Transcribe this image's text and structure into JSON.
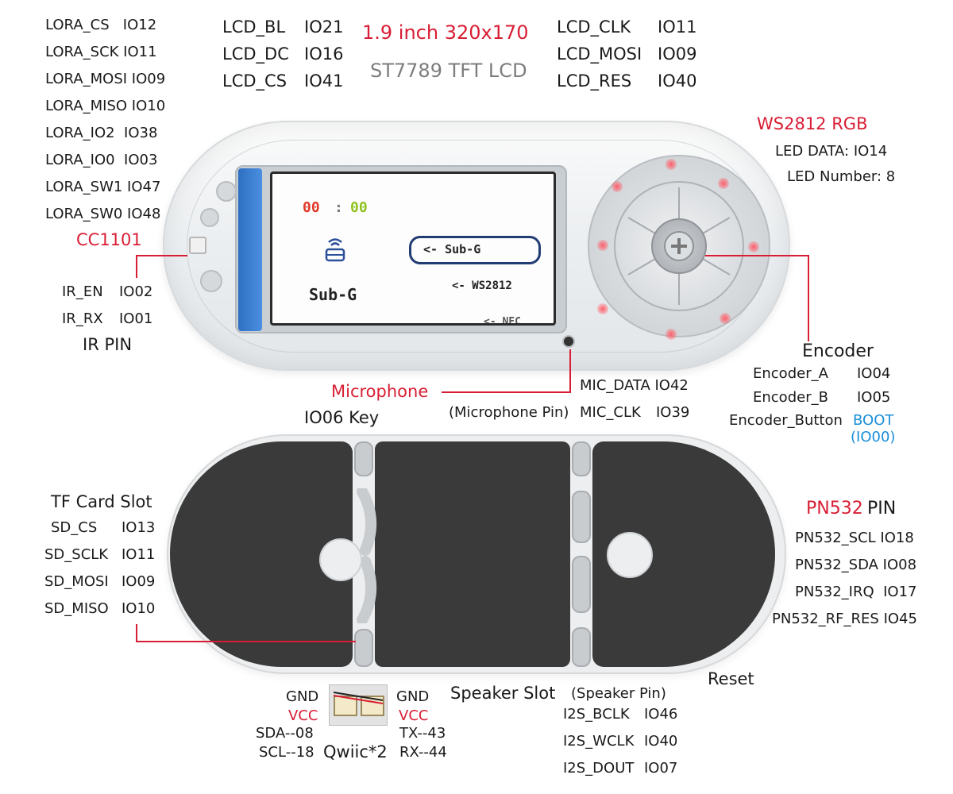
{
  "lora": {
    "cs": "LORA_CS   IO12",
    "sck": "LORA_SCK IO11",
    "mosi": "LORA_MOSI IO09",
    "miso": "LORA_MISO IO10",
    "io2": "LORA_IO2  IO38",
    "io0": "LORA_IO0  IO03",
    "sw1": "LORA_SW1 IO47",
    "sw0": "LORA_SW0 IO48",
    "title": "CC1101"
  },
  "lcd": {
    "bl_name": "LCD_BL",
    "bl_pin": "IO21",
    "dc_name": "LCD_DC",
    "dc_pin": "IO16",
    "cs_name": "LCD_CS",
    "cs_pin": "IO41",
    "clk_name": "LCD_CLK",
    "clk_pin": "IO11",
    "mosi_name": "LCD_MOSI",
    "mosi_pin": "IO09",
    "res_name": "LCD_RES",
    "res_pin": "IO40",
    "title": "1.9 inch 320x170",
    "subtitle": "ST7789 TFT LCD"
  },
  "screen": {
    "time_left": "00",
    "time_sep": ":",
    "time_right": "00",
    "app_label": "Sub-G",
    "menu_1": "<- Sub-G",
    "menu_2": "<- WS2812",
    "menu_3": "<- NFC"
  },
  "ir": {
    "en_name": "IR_EN",
    "en_pin": "IO02",
    "rx_name": "IR_RX",
    "rx_pin": "IO01",
    "title": "IR PIN"
  },
  "rgb": {
    "title": "WS2812 RGB",
    "data": "LED DATA: IO14",
    "number": "LED Number: 8"
  },
  "encoder": {
    "title": "Encoder",
    "a_name": "Encoder_A",
    "a_pin": "IO04",
    "b_name": "Encoder_B",
    "b_pin": "IO05",
    "button_name": "Encoder_Button",
    "button_pin": "BOOT",
    "button_pin2": "(IO00)"
  },
  "mic": {
    "title": "Microphone",
    "data": "MIC_DATA IO42",
    "pin_label": "(Microphone Pin)",
    "clk_name": "MIC_CLK",
    "clk_pin": "IO39"
  },
  "key": {
    "label": "IO06 Key"
  },
  "tf": {
    "title": "TF Card Slot",
    "cs_name": "SD_CS",
    "cs_pin": "IO13",
    "sclk_name": "SD_SCLK",
    "sclk_pin": "IO11",
    "mosi_name": "SD_MOSI",
    "mosi_pin": "IO09",
    "miso_name": "SD_MISO",
    "miso_pin": "IO10"
  },
  "pn532": {
    "title_red": "PN532",
    "title_black": "PIN",
    "scl": "PN532_SCL IO18",
    "sda": "PN532_SDA IO08",
    "irq": "PN532_IRQ  IO17",
    "rfres": "PN532_RF_RES IO45"
  },
  "reset": {
    "label": "Reset"
  },
  "qwiic": {
    "gnd_left": "GND",
    "vcc_left": "VCC",
    "sda": "SDA--08",
    "scl": "SCL--18",
    "title": "Qwiic*2",
    "gnd_right": "GND",
    "vcc_right": "VCC",
    "tx": "TX--43",
    "rx": "RX--44"
  },
  "speaker": {
    "title": "Speaker Slot",
    "pin_label": "(Speaker Pin)",
    "bclk_name": "I2S_BCLK",
    "bclk_pin": "IO46",
    "wclk_name": "I2S_WCLK",
    "wclk_pin": "IO40",
    "dout_name": "I2S_DOUT",
    "dout_pin": "IO07"
  },
  "colors": {
    "accent_red": "#d81e34",
    "accent_blue": "#1a8fd8",
    "subtitle_gray": "#7d7d7d",
    "time_red": "#e03a2a",
    "time_green": "#8fc31f",
    "menu_navy": "#213b73"
  }
}
